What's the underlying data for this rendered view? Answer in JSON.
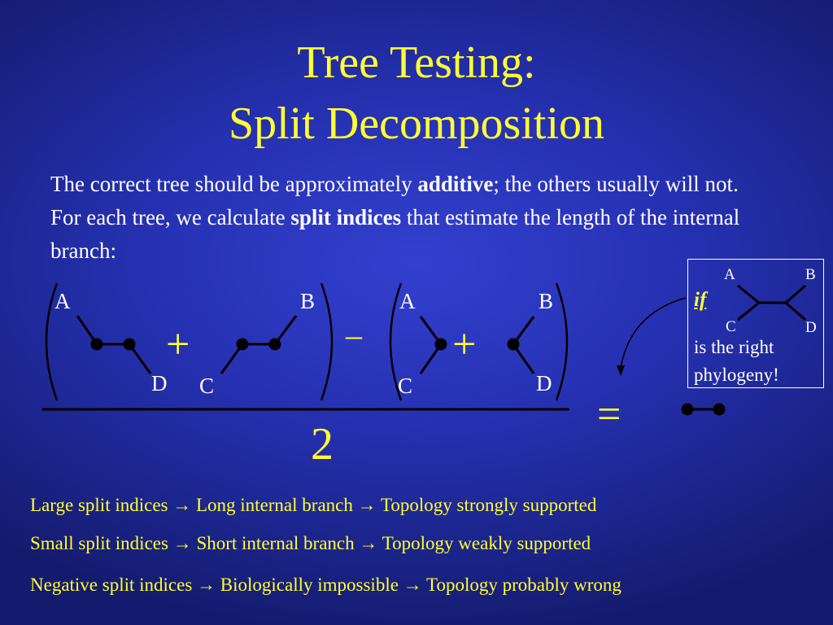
{
  "title": {
    "line1": "Tree Testing:",
    "line2": "Split Decomposition"
  },
  "intro": {
    "text1": "The correct tree should be approximately ",
    "bold1": "additive",
    "text2": "; the others usually will not.  For each tree, we calculate ",
    "bold2": "split indices",
    "text3": " that estimate the length of the internal branch:"
  },
  "formula": {
    "group1": {
      "tree1": {
        "top_left": "A",
        "bottom_right": "D"
      },
      "plus": "+",
      "tree2": {
        "top_right": "B",
        "bottom_left": "C"
      }
    },
    "minus": "–",
    "group2": {
      "tree1": {
        "top_left": "A",
        "bottom_left": "C"
      },
      "plus": "+",
      "tree2": {
        "top_right": "B",
        "bottom_right": "D"
      }
    },
    "denominator": "2",
    "equals": "="
  },
  "inset": {
    "if_text": "if",
    "labels": {
      "a": "A",
      "b": "B",
      "c": "C",
      "d": "D"
    },
    "caption1": "is the right",
    "caption2": "phylogeny!"
  },
  "conclusions": [
    {
      "a": "Large split indices",
      "arrow1": "→",
      "b": "Long internal branch",
      "arrow2": "→",
      "c": "Topology strongly supported"
    },
    {
      "a": "Small split indices",
      "arrow1": "→",
      "b": "Short internal branch",
      "arrow2": "→",
      "c": "Topology weakly supported"
    },
    {
      "a": "Negative split indices",
      "arrow1": "→",
      "b": "Biologically impossible",
      "arrow2": "→",
      "c": "Topology probably wrong"
    }
  ],
  "colors": {
    "background": "#2530b0",
    "title": "#ffff33",
    "body_text": "#ffffff",
    "node": "#000000"
  }
}
